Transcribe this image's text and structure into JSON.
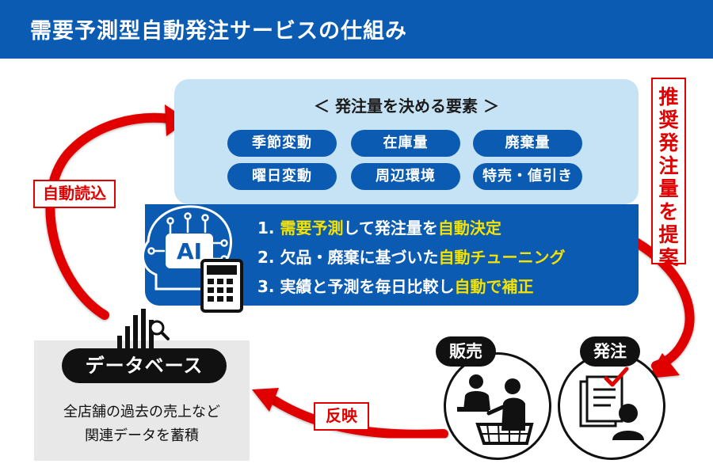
{
  "header": {
    "title": "需要予測型自動発注サービスの仕組み"
  },
  "factors": {
    "title": "＜ 発注量を決める要素 ＞",
    "items": [
      "季節変動",
      "在庫量",
      "廃棄量",
      "曜日変動",
      "周辺環境",
      "特売・値引き"
    ]
  },
  "ai": {
    "lines": [
      {
        "num": "1.",
        "hl1": "需要予測",
        "mid": "して発注量を",
        "hl2": "自動決定",
        "tail": ""
      },
      {
        "num": "2.",
        "hl1": "",
        "mid": "欠品・廃棄に基づいた",
        "hl2": "自動チューニング",
        "tail": ""
      },
      {
        "num": "3.",
        "hl1": "",
        "mid": "実績と予測を毎日比較し",
        "hl2": "自動",
        "tail": "で補正"
      }
    ]
  },
  "tags": {
    "auto_read": "自動読込",
    "recommend": [
      "推",
      "奨",
      "発",
      "注",
      "量",
      "を",
      "提",
      "案"
    ],
    "reflect": "反映"
  },
  "database": {
    "label": "データベース",
    "desc_line1": "全店舗の過去の売上など",
    "desc_line2": "関連データを蓄積"
  },
  "sales": {
    "label": "販売"
  },
  "order": {
    "label": "発注"
  },
  "colors": {
    "blue": "#0a5bb1",
    "light_blue": "#c6e3f5",
    "red": "#e00000",
    "yellow": "#f5e200"
  }
}
